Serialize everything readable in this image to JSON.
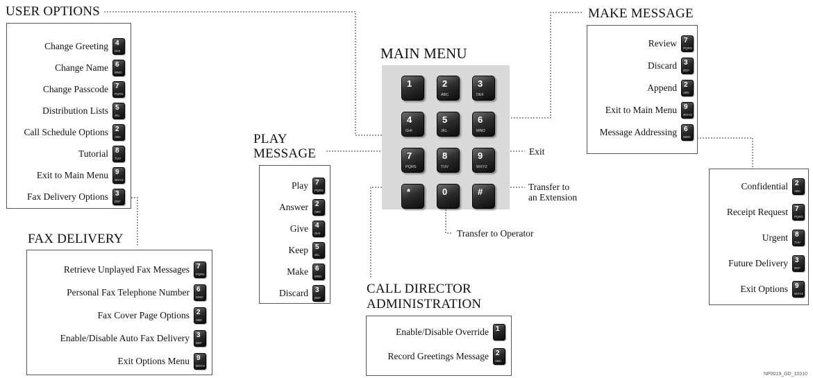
{
  "diagram": {
    "main_menu_title": "MAIN MENU",
    "keypad": [
      {
        "digit": "1",
        "letters": ""
      },
      {
        "digit": "2",
        "letters": "ABC"
      },
      {
        "digit": "3",
        "letters": "DEF"
      },
      {
        "digit": "4",
        "letters": "GHI"
      },
      {
        "digit": "5",
        "letters": "JKL"
      },
      {
        "digit": "6",
        "letters": "MNO"
      },
      {
        "digit": "7",
        "letters": "PQRS"
      },
      {
        "digit": "8",
        "letters": "TUV"
      },
      {
        "digit": "9",
        "letters": "WXYZ"
      },
      {
        "digit": "*",
        "letters": ""
      },
      {
        "digit": "0",
        "letters": ""
      },
      {
        "digit": "#",
        "letters": ""
      }
    ],
    "keypad_notes": {
      "exit": "Exit",
      "transfer_ext_1": "Transfer to",
      "transfer_ext_2": "an Extension",
      "transfer_operator": "Transfer to Operator"
    },
    "user_options": {
      "title": "USER OPTIONS",
      "items": [
        {
          "label": "Change Greeting",
          "digit": "4",
          "letters": "GHI"
        },
        {
          "label": "Change Name",
          "digit": "6",
          "letters": "MNO"
        },
        {
          "label": "Change Passcode",
          "digit": "7",
          "letters": "PQRS"
        },
        {
          "label": "Distribution Lists",
          "digit": "5",
          "letters": "JKL"
        },
        {
          "label": "Call Schedule Options",
          "digit": "2",
          "letters": "ABC"
        },
        {
          "label": "Tutorial",
          "digit": "8",
          "letters": "TUV"
        },
        {
          "label": "Exit to Main Menu",
          "digit": "9",
          "letters": "WXYZ"
        },
        {
          "label": "Fax Delivery Options",
          "digit": "3",
          "letters": "DEF"
        }
      ]
    },
    "fax_delivery": {
      "title": "FAX DELIVERY",
      "items": [
        {
          "label": "Retrieve Unplayed Fax Messages",
          "digit": "7",
          "letters": "PQRS"
        },
        {
          "label": "Personal Fax Telephone Number",
          "digit": "6",
          "letters": "MNO"
        },
        {
          "label": "Fax Cover Page Options",
          "digit": "2",
          "letters": "ABC"
        },
        {
          "label": "Enable/Disable Auto Fax Delivery",
          "digit": "3",
          "letters": "DEF"
        },
        {
          "label": "Exit Options Menu",
          "digit": "9",
          "letters": "WXYZ"
        }
      ]
    },
    "play_message": {
      "title_line1": "PLAY",
      "title_line2": "MESSAGE",
      "items": [
        {
          "label": "Play",
          "digit": "7",
          "letters": "PQRS"
        },
        {
          "label": "Answer",
          "digit": "2",
          "letters": "ABC"
        },
        {
          "label": "Give",
          "digit": "4",
          "letters": "GHI"
        },
        {
          "label": "Keep",
          "digit": "5",
          "letters": "JKL"
        },
        {
          "label": "Make",
          "digit": "6",
          "letters": "MNO"
        },
        {
          "label": "Discard",
          "digit": "3",
          "letters": "DEF"
        }
      ]
    },
    "call_director": {
      "title_line1": "CALL DIRECTOR",
      "title_line2": "ADMINISTRATION",
      "items": [
        {
          "label": "Enable/Disable Override",
          "digit": "1",
          "letters": ""
        },
        {
          "label": "Record Greetings Message",
          "digit": "2",
          "letters": "ABC"
        }
      ]
    },
    "make_message": {
      "title": "MAKE MESSAGE",
      "items": [
        {
          "label": "Review",
          "digit": "7",
          "letters": "PQRS"
        },
        {
          "label": "Discard",
          "digit": "3",
          "letters": "DEF"
        },
        {
          "label": "Append",
          "digit": "2",
          "letters": "ABC"
        },
        {
          "label": "Exit to Main Menu",
          "digit": "9",
          "letters": "WXYZ"
        },
        {
          "label": "Message Addressing",
          "digit": "6",
          "letters": "MNO"
        }
      ]
    },
    "addressing": {
      "items": [
        {
          "label": "Confidential",
          "digit": "2",
          "letters": "ABC"
        },
        {
          "label": "Receipt Request",
          "digit": "7",
          "letters": "PQRS"
        },
        {
          "label": "Urgent",
          "digit": "8",
          "letters": "TUV"
        },
        {
          "label": "Future Delivery",
          "digit": "3",
          "letters": "DEF"
        },
        {
          "label": "Exit Options",
          "digit": "9",
          "letters": "WXYZ"
        }
      ]
    },
    "footnote": "NP0019_GD_10310"
  }
}
